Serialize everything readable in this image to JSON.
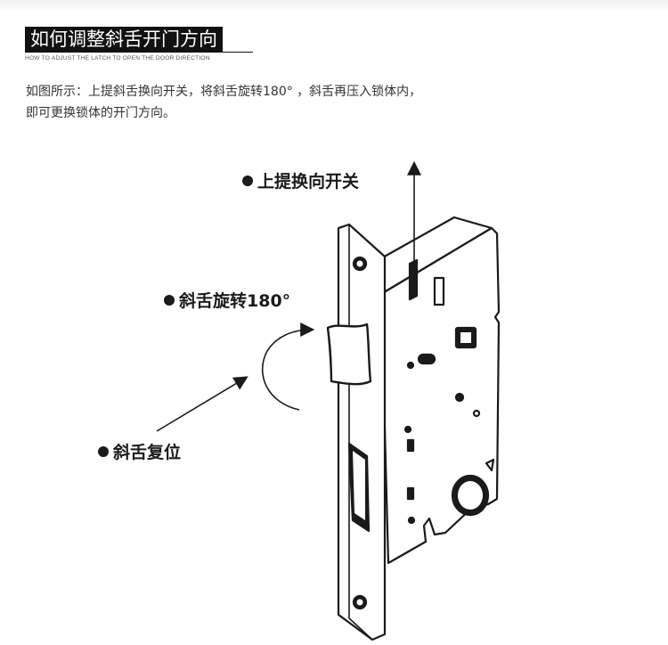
{
  "header": {
    "title_cn": "如何调整斜舌开门方向",
    "title_en": "HOW TO ADJUST THE LATCH TO OPEN THE DOOR DIRECTION"
  },
  "description": {
    "line1": "如图所示：上提斜舌换向开关，将斜舌旋转180°  ，斜舌再压入锁体内，",
    "line2": "即可更换锁体的开门方向。"
  },
  "diagram": {
    "labels": {
      "switch": "上提换向开关",
      "rotate": "斜舌旋转180°",
      "reset": "斜舌复位"
    }
  },
  "colors": {
    "ink": "#1a1a1a",
    "title_bg": "#111111",
    "paper": "#ffffff"
  }
}
